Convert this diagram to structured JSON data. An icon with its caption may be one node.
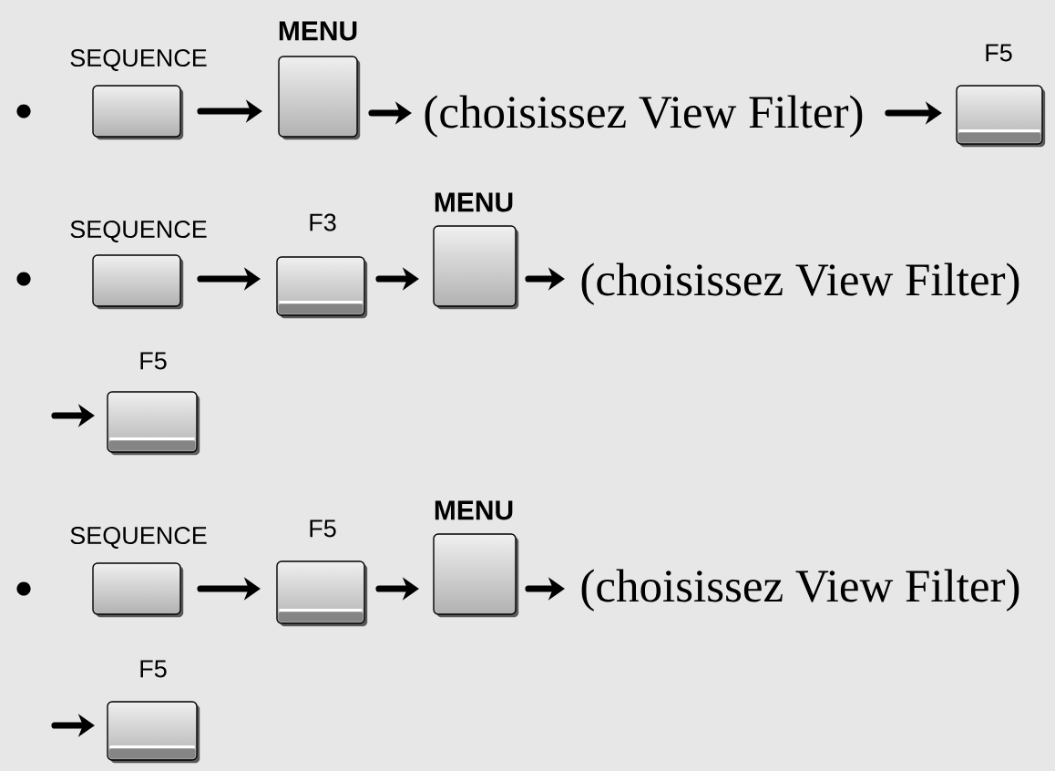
{
  "diagram": {
    "nodes": [
      {
        "text": [
          "SEQUENCE"
        ]
      },
      {
        "text": [
          "MENU"
        ]
      },
      {
        "text": [
          "(choisissez View Filter)"
        ]
      },
      {
        "text": [
          "F5"
        ]
      },
      {
        "text": [
          "SEQUENCE"
        ]
      },
      {
        "text": [
          "F3"
        ]
      },
      {
        "text": [
          "MENU"
        ]
      },
      {
        "text": [
          "(choisissez View Filter)"
        ]
      },
      {
        "text": [
          "F5"
        ]
      },
      {
        "text": [
          "SEQUENCE"
        ]
      },
      {
        "text": [
          "F5"
        ]
      },
      {
        "text": [
          "MENU"
        ]
      },
      {
        "text": [
          "(choisissez View Filter)"
        ]
      },
      {
        "text": [
          "F5"
        ]
      }
    ],
    "edges": [
      {
        "from": 0,
        "to": 1,
        "arrow": "to"
      },
      {
        "from": 1,
        "to": 2,
        "arrow": "to"
      },
      {
        "from": 2,
        "to": 3,
        "arrow": "to"
      },
      {
        "from": 4,
        "to": 5,
        "arrow": "to"
      },
      {
        "from": 5,
        "to": 6,
        "arrow": "to"
      },
      {
        "from": 6,
        "to": 7,
        "arrow": "to"
      },
      {
        "from": null,
        "to": 8,
        "arrow": "to"
      },
      {
        "from": 9,
        "to": 10,
        "arrow": "to"
      },
      {
        "from": 10,
        "to": 11,
        "arrow": "to"
      },
      {
        "from": 11,
        "to": 12,
        "arrow": "to"
      },
      {
        "from": null,
        "to": 13,
        "arrow": "to"
      }
    ]
  }
}
